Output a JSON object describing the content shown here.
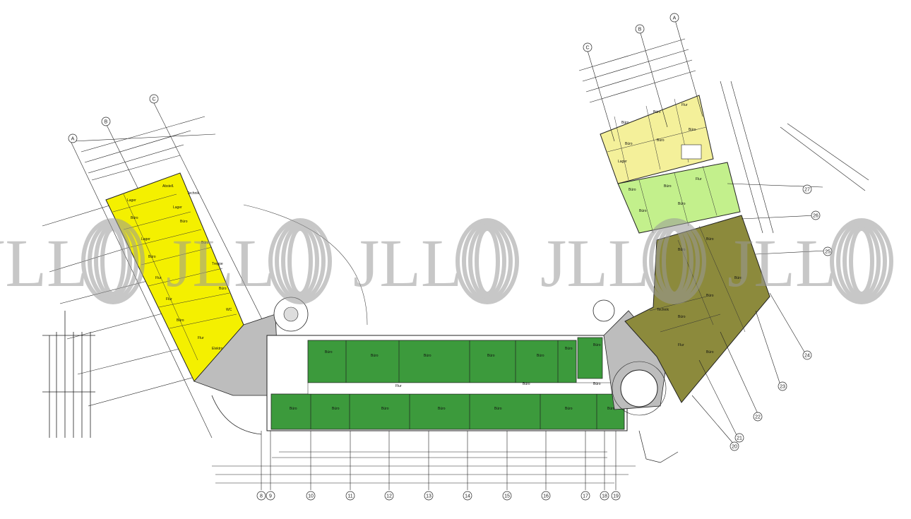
{
  "watermark": {
    "brand": "JLL",
    "repeat_count": 5
  },
  "colors": {
    "yellow_zone": "#f4f000",
    "light_yellow_zone": "#f4f09a",
    "light_green_zone": "#c3f08c",
    "green_zone": "#3c9a3c",
    "olive_zone": "#8c8a3c",
    "circulation_gray": "#bdbdbd",
    "line": "#222222",
    "watermark": "#9a9a9a"
  },
  "column_axes": {
    "bottom": [
      "8",
      "9",
      "10",
      "11",
      "12",
      "13",
      "14",
      "15",
      "16",
      "17",
      "18",
      "19"
    ],
    "left_wing": [
      "A",
      "B",
      "C"
    ],
    "right_wing": [
      "C",
      "B",
      "A"
    ],
    "right_side": [
      "27",
      "26",
      "25",
      "24",
      "23",
      "22",
      "21",
      "20"
    ]
  },
  "room_labels": {
    "left_wing": [
      "Lager",
      "Abstell.",
      "Büro",
      "Lager",
      "Technik",
      "Lager",
      "Büro",
      "Büro",
      "Büro",
      "Flur",
      "Treppe",
      "Flur",
      "Büro",
      "Büro",
      "WC",
      "Flur",
      "Elektro"
    ],
    "center_north": [
      "Büro",
      "Büro",
      "Büro",
      "Büro",
      "Büro",
      "Büro",
      "Büro",
      "Flur"
    ],
    "center_south": [
      "Büro",
      "Büro",
      "Büro",
      "Büro",
      "Büro",
      "Büro",
      "Büro",
      "Büro",
      "Büro"
    ],
    "right_wing_yellow": [
      "Büro",
      "Büro",
      "Flur",
      "Büro",
      "Büro",
      "Büro",
      "Lager"
    ],
    "right_wing_green": [
      "Büro",
      "Büro",
      "Flur",
      "Büro",
      "Büro"
    ],
    "right_wing_olive": [
      "Büro",
      "Büro",
      "Büro",
      "Büro",
      "Büro",
      "Technik",
      "Flur",
      "Büro"
    ]
  }
}
